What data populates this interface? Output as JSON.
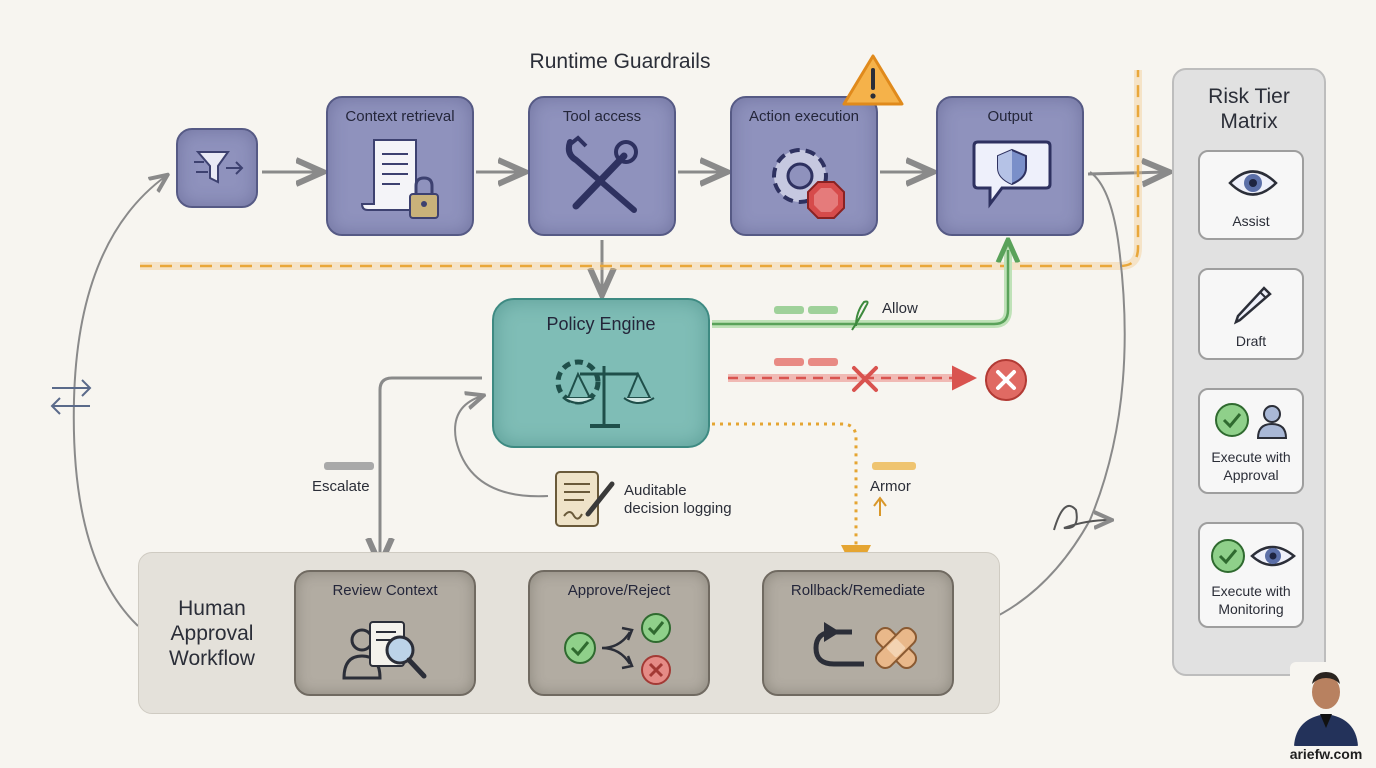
{
  "diagram": {
    "title": "Runtime Guardrails",
    "pipeline": [
      {
        "id": "filter",
        "label": ""
      },
      {
        "id": "context",
        "label": "Context retrieval"
      },
      {
        "id": "tool",
        "label": "Tool access"
      },
      {
        "id": "action",
        "label": "Action execution"
      },
      {
        "id": "output",
        "label": "Output"
      }
    ],
    "policy_engine": {
      "label": "Policy Engine"
    },
    "branches": {
      "allow": "Allow",
      "armor": "Armor",
      "escalate": "Escalate"
    },
    "logging": {
      "line1": "Auditable",
      "line2": "decision logging"
    },
    "human_workflow": {
      "title_lines": [
        "Human",
        "Approval",
        "Workflow"
      ],
      "steps": [
        {
          "id": "review",
          "label": "Review Context"
        },
        {
          "id": "approve",
          "label": "Approve/Reject"
        },
        {
          "id": "rollback",
          "label": "Rollback/Remediate"
        }
      ]
    },
    "risk_matrix": {
      "title_lines": [
        "Risk Tier",
        "Matrix"
      ],
      "tiers": [
        {
          "lines": [
            "Assist"
          ],
          "icon": "eye-icon"
        },
        {
          "lines": [
            "Draft"
          ],
          "icon": "pencil-icon"
        },
        {
          "lines": [
            "Execute with",
            "Approval"
          ],
          "icon": "check-person-icon"
        },
        {
          "lines": [
            "Execute with",
            "Monitoring"
          ],
          "icon": "check-eye-icon"
        }
      ]
    },
    "brand": "ariefw.com",
    "colors": {
      "purple": "#8f92bd",
      "teal": "#7fbdb6",
      "gray": "#b2aca2",
      "allow": "#5aa25a",
      "deny": "#d9534f",
      "warn": "#e5a532"
    }
  }
}
